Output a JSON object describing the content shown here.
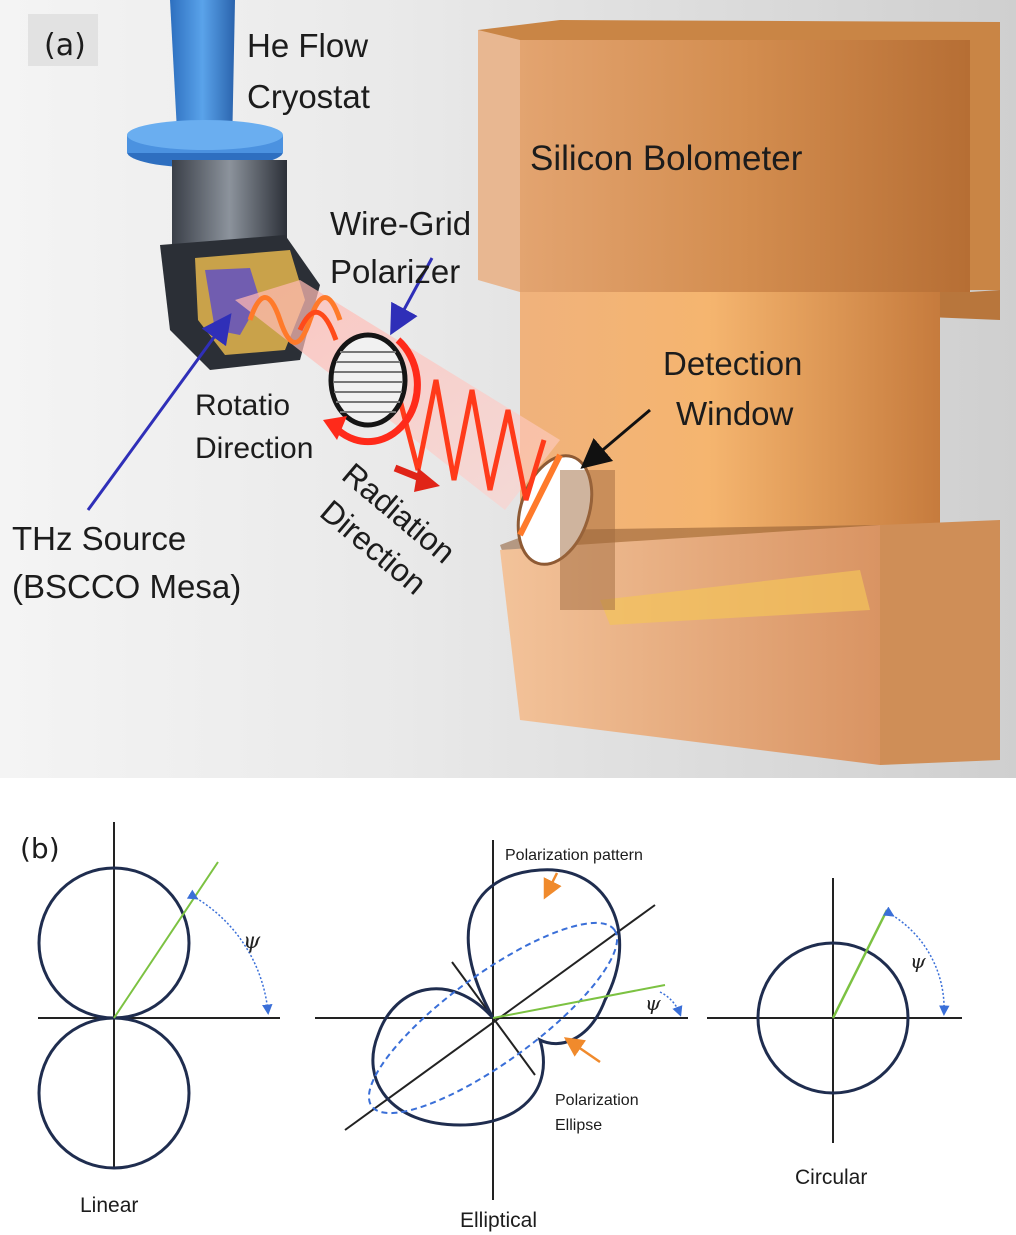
{
  "panel_a": {
    "tag": "(a)",
    "cryostat": [
      "He Flow",
      "Cryostat"
    ],
    "bolometer": "Silicon Bolometer",
    "polarizer": [
      "Wire-Grid",
      "Polarizer"
    ],
    "window": [
      "Detection",
      "Window"
    ],
    "rotation": [
      "Rotatio",
      "Direction"
    ],
    "radiation": [
      "Radiation",
      "Direction"
    ],
    "source": [
      "THz Source",
      "(BSCCO Mesa)"
    ]
  },
  "panel_b": {
    "tag": "(b)",
    "linear": "Linear",
    "elliptical": "Elliptical",
    "circular": "Circular",
    "psi": "ψ",
    "pattern_label": "Polarization pattern",
    "ellipse_label": [
      "Polarization",
      "Ellipse"
    ]
  },
  "colors": {
    "pattern": "#1f2d4f",
    "vector": "#7cc242",
    "angle_arrow": "#3a6fd8",
    "label_arrow": "#f08a2c",
    "bolometer": "#d9955a",
    "cryostat_tube": "#3f86d6",
    "beam": "#ff5a2a"
  }
}
